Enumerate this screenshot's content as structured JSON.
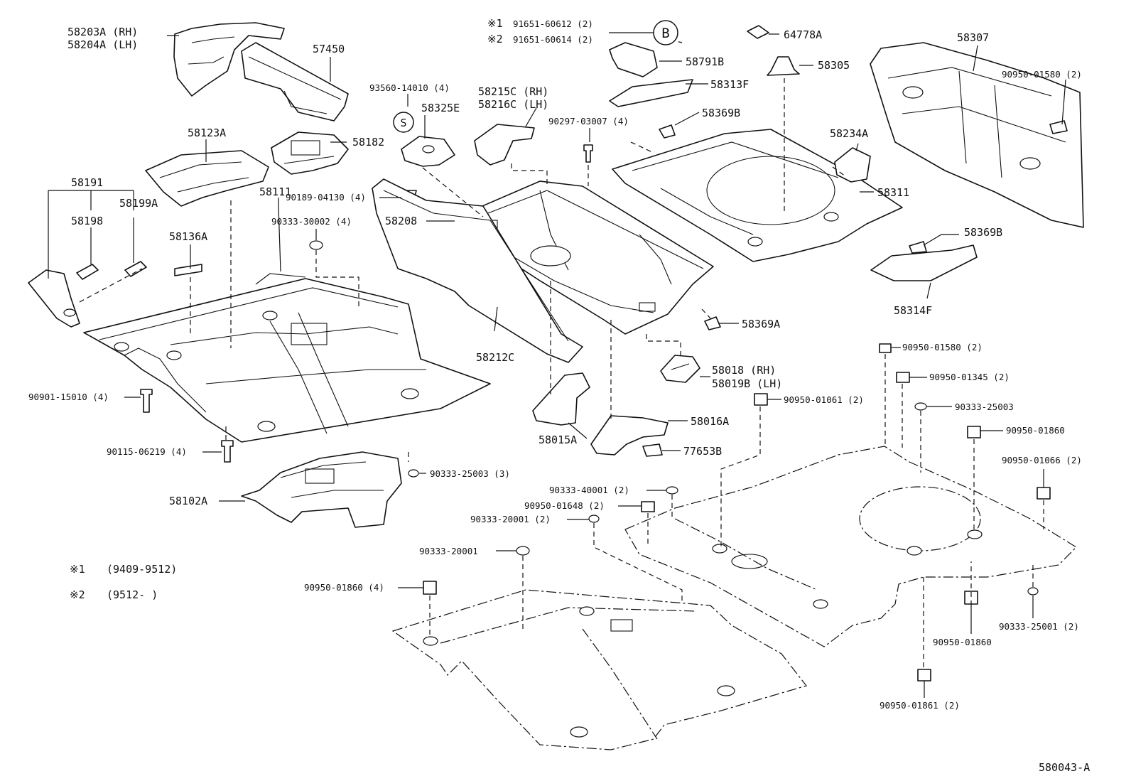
{
  "labels": {
    "p58203a": "58203A (RH)",
    "p58204a": "58204A (LH)",
    "p57450": "57450",
    "p58123a": "58123A",
    "p58182": "58182",
    "p58191": "58191",
    "p58198": "58198",
    "p58199a": "58199A",
    "p58136a": "58136A",
    "p58111": "58111",
    "p90189": "90189-04130 (4)",
    "p90333_30002": "90333-30002 (4)",
    "p90901": "90901-15010 (4)",
    "p90115": "90115-06219 (4)",
    "p90333_25003_3": "90333-25003 (3)",
    "p58102a": "58102A",
    "p93560": "93560-14010 (4)",
    "p58325e": "58325E",
    "s_mark": "S",
    "p58208": "58208",
    "p58212c": "58212C",
    "p58215c": "58215C (RH)",
    "p58216c": "58216C (LH)",
    "p90297": "90297-03007 (4)",
    "p58015a": "58015A",
    "note1_prefix": "※1",
    "note2_prefix": "※2",
    "p91651_12": "91651-60612 (2)",
    "p91651_14": "91651-60614 (2)",
    "b_mark": "B",
    "p58791b": "58791B",
    "p64778a": "64778A",
    "p58305": "58305",
    "p58313f": "58313F",
    "p58369b_1": "58369B",
    "p58369b_2": "58369B",
    "p58369a": "58369A",
    "p58307": "58307",
    "p90950_01580_top": "90950-01580 (2)",
    "p58234a": "58234A",
    "p58311": "58311",
    "p58314f": "58314F",
    "p58018": "58018  (RH)",
    "p58019b": "58019B (LH)",
    "p58016a": "58016A",
    "p77653b": "77653B",
    "p90950_01580": "90950-01580 (2)",
    "p90950_01345": "90950-01345 (2)",
    "p90950_01061": "90950-01061 (2)",
    "p90333_25003": "90333-25003",
    "p90950_01860_r": "90950-01860",
    "p90950_01066": "90950-01066 (2)",
    "p90333_40001": "90333-40001 (2)",
    "p90950_01648": "90950-01648 (2)",
    "p90333_20001_2": "90333-20001 (2)",
    "p90333_20001": "90333-20001",
    "p90950_01860_4": "90950-01860 (4)",
    "p90333_25001": "90333-25001 (2)",
    "p90950_01860_b": "90950-01860",
    "p90950_01861": "90950-01861 (2)",
    "footnote1_mark": "※1",
    "footnote1_text": "(9409-9512)",
    "footnote2_mark": "※2",
    "footnote2_text": "(9512-      )",
    "figure_code": "580043-A"
  }
}
